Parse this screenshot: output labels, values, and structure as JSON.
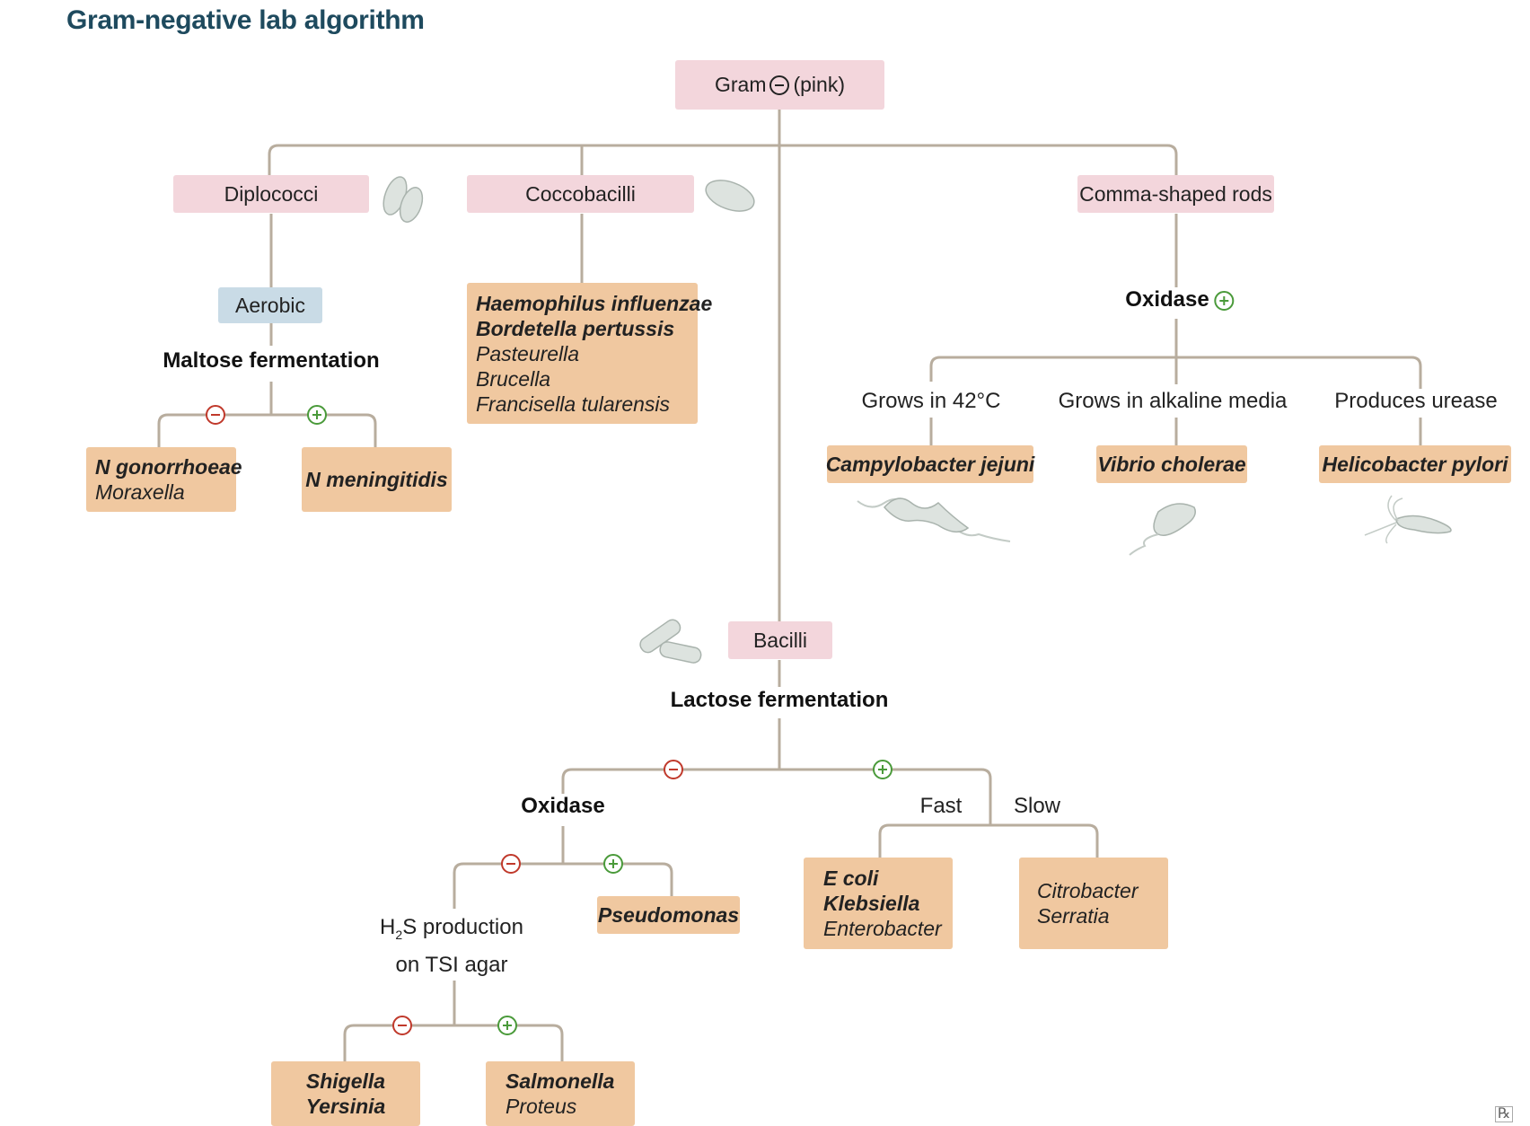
{
  "title": "Gram-negative lab algorithm",
  "root": {
    "prefix": "Gram",
    "suffix": "(pink)"
  },
  "shapes": {
    "diplococci": "Diplococci",
    "coccobacilli": "Coccobacilli",
    "comma": "Comma-shaped rods",
    "bacilli": "Bacilli"
  },
  "diplo": {
    "aerobic": "Aerobic",
    "test": "Maltose fermentation",
    "neg": [
      "N gonorrhoeae",
      "Moraxella"
    ],
    "pos": [
      "N meningitidis"
    ]
  },
  "cocco": {
    "organisms": [
      "Haemophilus influenzae",
      "Bordetella pertussis",
      "Pasteurella",
      "Brucella",
      "Francisella tularensis"
    ]
  },
  "comma": {
    "test": "Oxidase",
    "branches": [
      {
        "label": "Grows in 42°C",
        "organism": "Campylobacter jejuni"
      },
      {
        "label": "Grows in alkaline media",
        "organism": "Vibrio cholerae"
      },
      {
        "label": "Produces urease",
        "organism": "Helicobacter pylori"
      }
    ]
  },
  "bacilli": {
    "test": "Lactose fermentation",
    "neg_test": "Oxidase",
    "h2s": {
      "line1_pre": "H",
      "line1_sub": "2",
      "line1_post": "S production",
      "line2": "on TSI agar"
    },
    "h2s_neg": [
      "Shigella",
      "Yersinia"
    ],
    "h2s_pos": [
      "Salmonella",
      "Proteus"
    ],
    "oxidase_pos": "Pseudomonas",
    "fast_label": "Fast",
    "slow_label": "Slow",
    "fast": [
      "E coli",
      "Klebsiella",
      "Enterobacter"
    ],
    "slow": [
      "Citrobacter",
      "Serratia"
    ]
  },
  "footer": "℞",
  "colors": {
    "line": "#b8ad9e",
    "pink": "#f3d6dc",
    "blue": "#c9dbe6",
    "tan": "#f0c8a0",
    "neg": "#c0392b",
    "pos": "#4a9a3a",
    "title": "#1e4a5e"
  }
}
